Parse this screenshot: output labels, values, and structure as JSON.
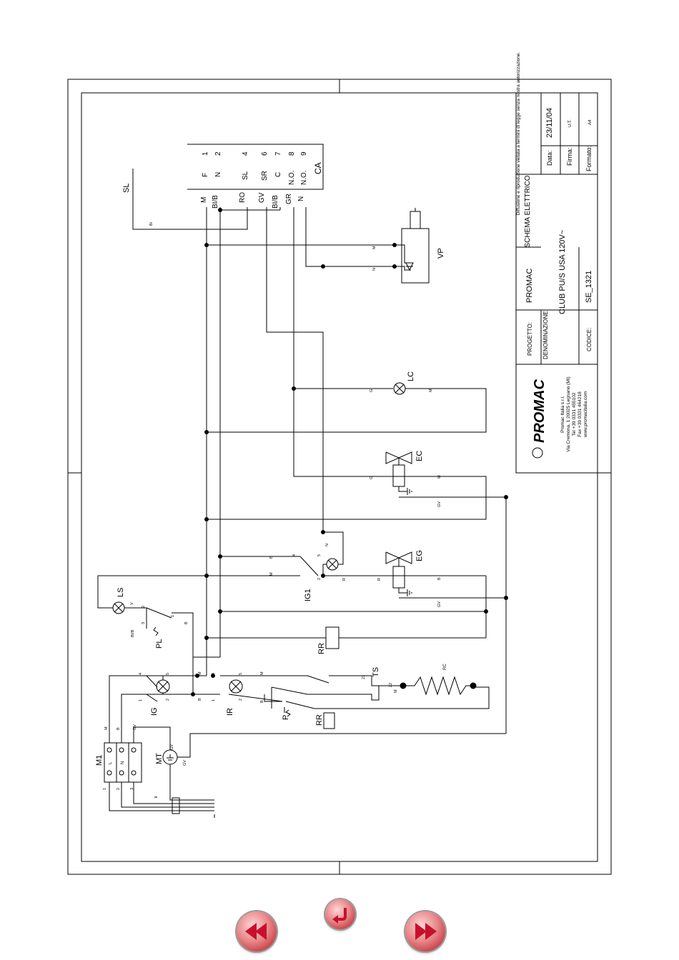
{
  "sheet": {
    "rights": "Diffusione e riproduzione vietata a termini di legge senza nostra autorizzazione.",
    "data_label": "Data:",
    "data_value": "23/11/04",
    "firma_label": "Firma:",
    "firma_value": "U.T.",
    "formato_label": "Formato:",
    "formato_value": "A4",
    "schema": "SCHEMA ELETTRICO",
    "progetto_label": "PROGETTO:",
    "progetto_value": "PROMAC",
    "denominazione_label": "DENOMINAZIONE:",
    "denominazione_value": "CLUB PU/S USA 120V~",
    "codice_label": "CODICE:",
    "codice_value": "SE_1321",
    "company": {
      "logo": "PROMAC",
      "name": "Promac Italia s.r.l.",
      "address": "Via Cremona, 1 20025 Legnano (MI)",
      "tel": "Tel +39 0331 455102",
      "fax": "Fax +39 0331 464218",
      "web": "www.promacitalia.com"
    }
  },
  "diagram": {
    "terminal_block": {
      "title": "CA",
      "terminals": [
        {
          "num": "1",
          "code": "F",
          "wire": "M"
        },
        {
          "num": "2",
          "code": "N",
          "wire": "BI/B"
        },
        {
          "num": "4",
          "code": "SL",
          "wire": "RO"
        },
        {
          "num": "6",
          "code": "SR",
          "wire": "GV"
        },
        {
          "num": "7",
          "code": "C",
          "wire": "BI/B"
        },
        {
          "num": "8",
          "code": "N.O.",
          "wire": "GR"
        },
        {
          "num": "9",
          "code": "N.O.",
          "wire": "N"
        }
      ]
    },
    "components": {
      "sl": "SL",
      "vp": "VP",
      "lc": "LC",
      "ec": "EC",
      "eg": "EG",
      "ig1": "IG1",
      "ls": "LS",
      "pl": "PL",
      "rr": "RR",
      "rr2": "RR",
      "ts": "TS",
      "rc": "RC",
      "ig": "IG",
      "ir": "IR",
      "p": "P",
      "mt": "MT",
      "m1": "M1"
    },
    "wire_tags": {
      "bi": "Bi",
      "m": "M",
      "n": "N",
      "g": "G",
      "gv": "GV",
      "r": "R",
      "b": "B",
      "v": "V",
      "bib": "BI/B",
      "n1": "1",
      "n2": "2",
      "n3": "3",
      "n4": "4",
      "n5": "5",
      "n21": "21",
      "n22": "22",
      "l": "L",
      "nn": "N"
    }
  },
  "nav": {
    "prev": "previous-page",
    "back": "return",
    "next": "next-page"
  }
}
